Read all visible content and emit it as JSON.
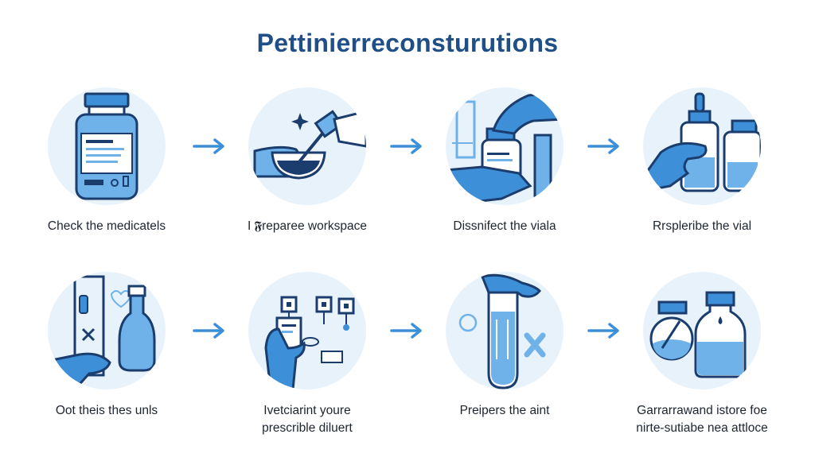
{
  "title": "Pettinierreconsturutions",
  "steps": [
    {
      "label": "Check the medicatels",
      "icon": "medicine-bottle-icon"
    },
    {
      "label": "I 𝕱reparee workspace",
      "icon": "workspace-bowl-icon"
    },
    {
      "label": "Dissnifect the viala",
      "icon": "disinfect-vial-icon"
    },
    {
      "label": "Rrspleribe the vial",
      "icon": "vial-dropper-icon"
    },
    {
      "label": "Oot theis thes unls",
      "icon": "test-tube-hand-icon"
    },
    {
      "label": "Ivetciarint youre\nprescrible diluert",
      "icon": "checklist-hand-icon"
    },
    {
      "label": "Preipers the aint",
      "icon": "test-tube-icon"
    },
    {
      "label": "Garrarrawand istore foe\nnirte-sutiabe nea attloce",
      "icon": "storage-bottle-icon"
    }
  ],
  "colors": {
    "title": "#1f4f86",
    "accent": "#3d8fd8",
    "circle": "#e8f2fb",
    "outline": "#1b3d6e"
  }
}
